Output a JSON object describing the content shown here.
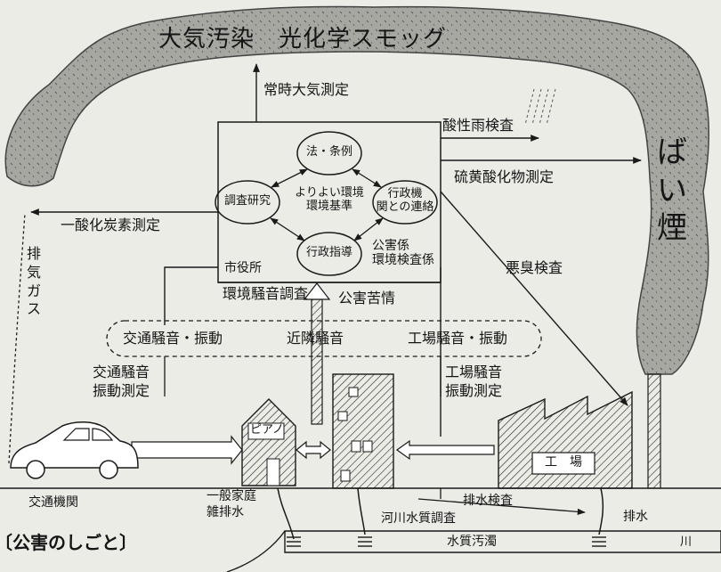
{
  "title_smog": "大気汚染　光化学スモッグ",
  "labels": {
    "constant_air": "常時大気測定",
    "acid_rain": "酸性雨検査",
    "sulfur": "硫黄酸化物測定",
    "co": "一酸化炭素測定",
    "exhaust_gas": "排気ガス",
    "smoke": "ばい煙",
    "odor": "悪臭検査",
    "city_hall": "市役所",
    "pollution_section": "公害係\n環境検査係",
    "noise_survey": "環境騒音調査",
    "complaints": "公害苦情",
    "traffic_noise": "交通騒音・振動",
    "neighbor_noise": "近隣騒音",
    "factory_noise": "工場騒音・振動",
    "traffic_measure": "交通騒音\n振動測定",
    "factory_measure": "工場騒音\n振動測定",
    "piano": "ピアノ",
    "factory": "工　場",
    "traffic": "交通機関",
    "household": "一般家庭\n雑排水",
    "drainage_check": "排水検査",
    "river_survey": "河川水質調査",
    "drainage": "排水",
    "water_pollution": "水質汚濁",
    "river": "川",
    "caption": "〔公害のしごと〕"
  },
  "circles": {
    "law": "法・条例",
    "research": "調査研究",
    "admin_contact": "行政機\n関との連絡",
    "guidance": "行政指導",
    "center": "よりよい環境\n環境基準"
  }
}
